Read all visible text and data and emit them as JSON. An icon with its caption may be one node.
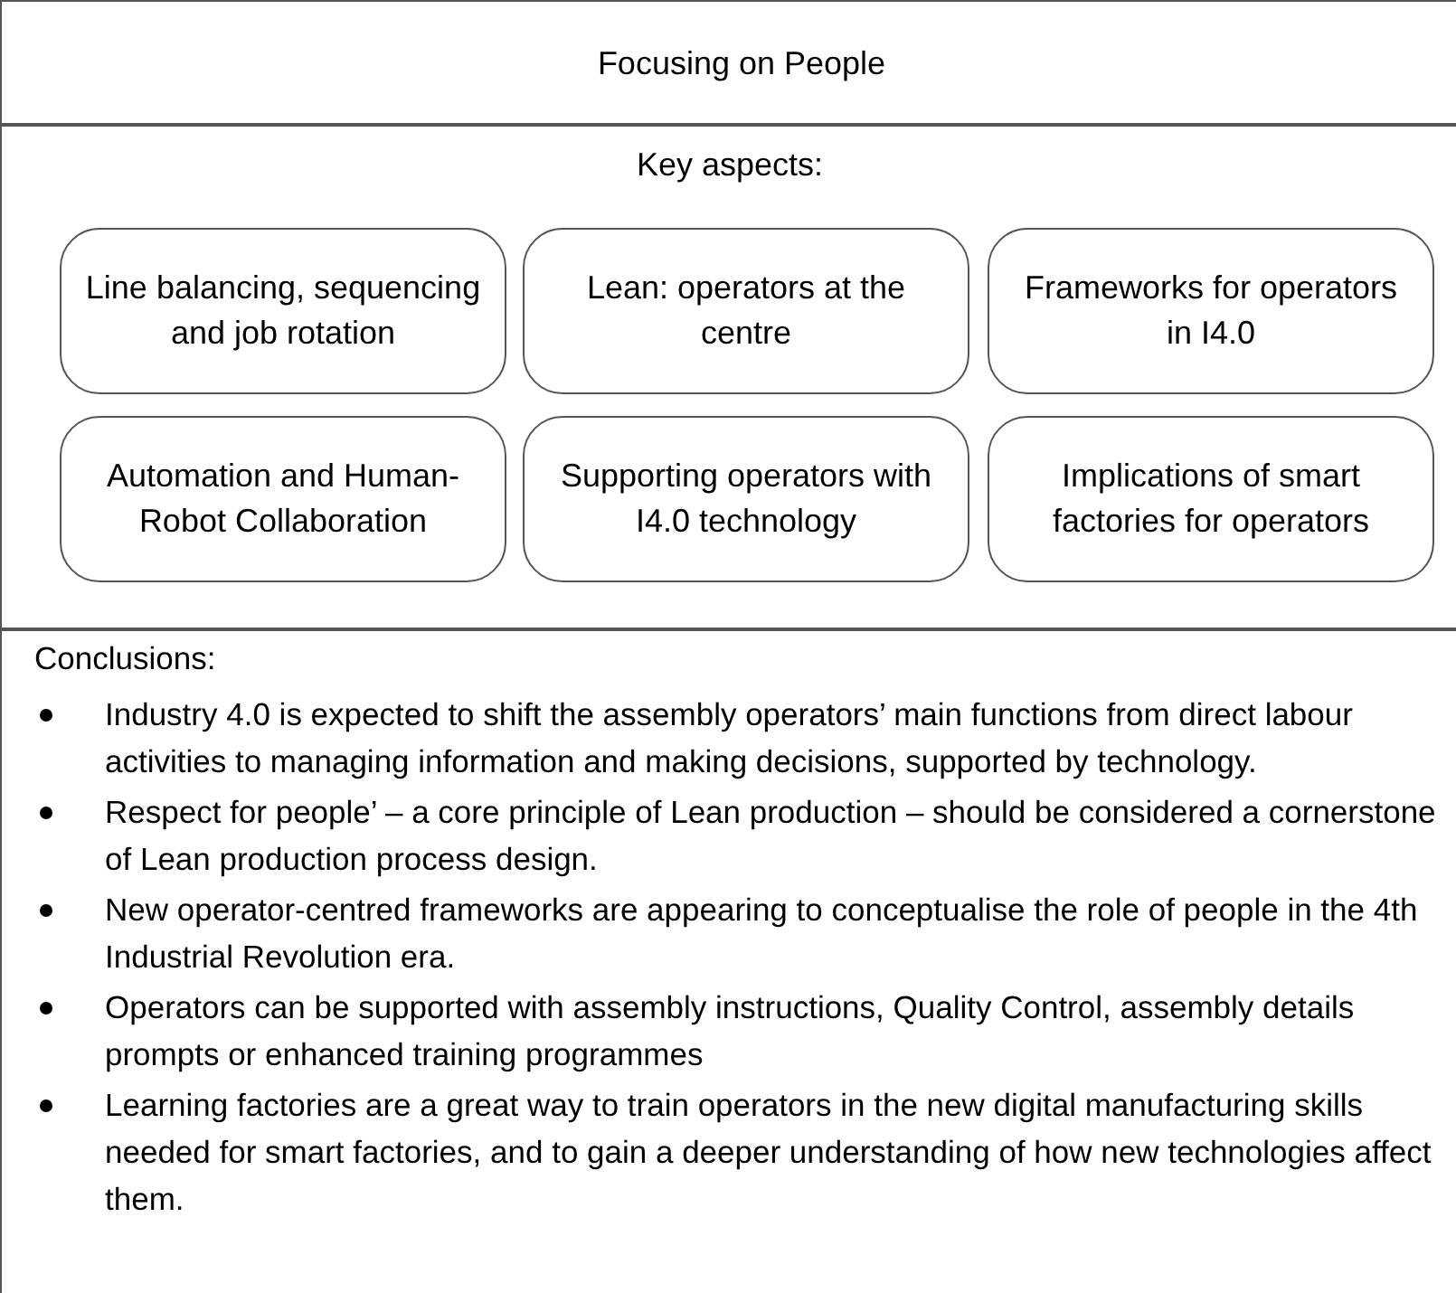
{
  "diagram": {
    "nodes": [
      {
        "text": [
          "Focusing on People"
        ]
      },
      {
        "text": [
          "Key aspects:"
        ]
      },
      {
        "text": [
          "Line balancing, sequencing and job rotation"
        ],
        "in": 1
      },
      {
        "text": [
          "Lean: operators at the centre"
        ],
        "in": 1
      },
      {
        "text": [
          "Frameworks for operators in I4.0"
        ],
        "in": 1
      },
      {
        "text": [
          "Automation and Human-Robot Collaboration"
        ],
        "in": 1
      },
      {
        "text": [
          "Supporting operators with I4.0 technology"
        ],
        "in": 1
      },
      {
        "text": [
          "Implications of smart factories for operators"
        ],
        "in": 1
      },
      {
        "text": [
          "Conclusions:",
          "Industry 4.0 is expected to shift the assembly operators’ main functions from direct labour activities to managing information and making decisions, supported by technology.",
          "Respect for people’ – a core principle of Lean production – should be considered a cornerstone of Lean production process design.",
          "New operator-centred frameworks are appearing to conceptualise the role of people in the 4th Industrial Revolution era.",
          "Operators can be supported with assembly instructions, Quality Control, assembly details prompts or enhanced training programmes",
          "Learning factories are a great way to train operators in the new digital manufacturing skills needed for smart factories, and to gain a deeper understanding of how new technologies affect them."
        ]
      }
    ],
    "edges": []
  }
}
